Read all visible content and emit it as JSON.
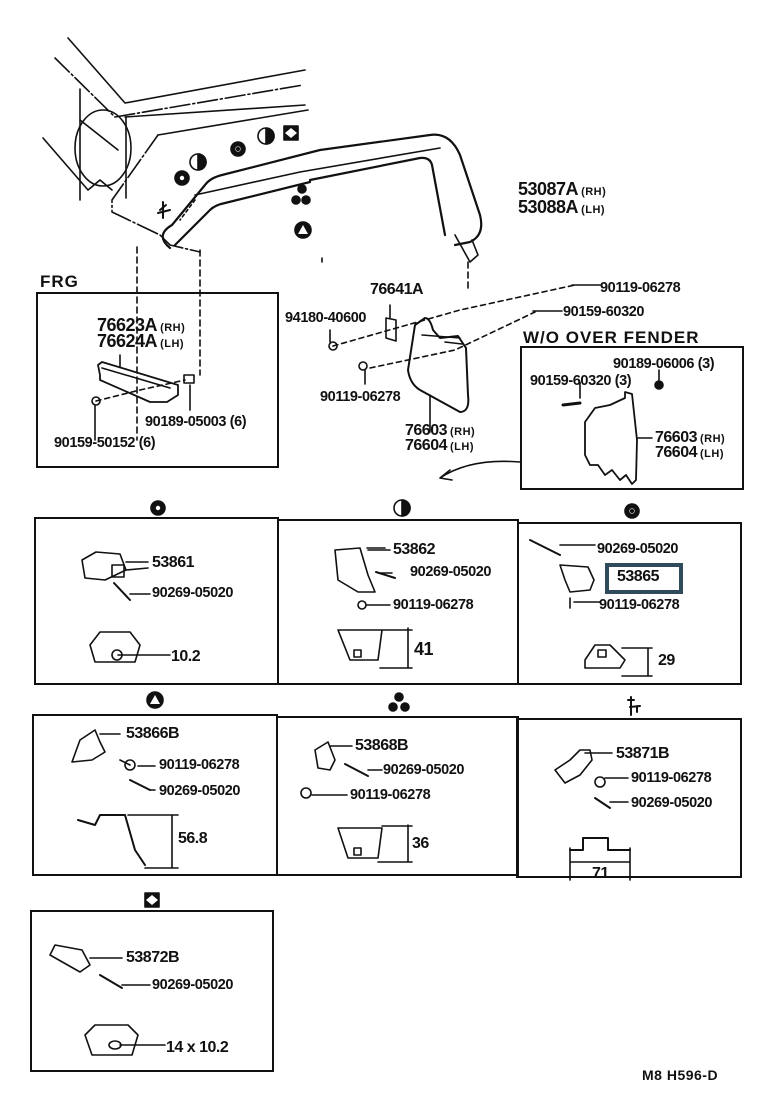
{
  "diagram": {
    "main_assembly": {
      "over_fender": {
        "part_rh": "53087A",
        "side_rh": "(RH)",
        "part_lh": "53088A",
        "side_lh": "(LH)"
      },
      "mudguard_bracket": {
        "part": "76641A"
      },
      "nut": {
        "part": "94180-40600"
      },
      "screw_lower": {
        "part": "90119-06278"
      },
      "screw_upper": {
        "part": "90119-06278"
      },
      "screw_mid": {
        "part": "90159-60320"
      },
      "mudguard": {
        "part_rh": "76603",
        "side_rh": "(RH)",
        "part_lh": "76604",
        "side_lh": "(LH)"
      }
    },
    "frg_box": {
      "title": "FRG",
      "bracket": {
        "part_rh": "76623A",
        "side_rh": "(RH)",
        "part_lh": "76624A",
        "side_lh": "(LH)"
      },
      "nut": {
        "part": "90189-05003",
        "qty": "(6)"
      },
      "bolt": {
        "part": "90159-50152",
        "qty": "(6)"
      }
    },
    "wo_over_fender_box": {
      "title": "W/O OVER  FENDER",
      "nut": {
        "part": "90189-06006",
        "qty": "(3)"
      },
      "screw": {
        "part": "90159-60320",
        "qty": "(3)"
      },
      "mudguard": {
        "part_rh": "76603",
        "side_rh": "(RH)",
        "part_lh": "76604",
        "side_lh": "(LH)"
      }
    },
    "detail_boxes": [
      {
        "symbol": "double-circle",
        "bracket": "53861",
        "fasteners": [
          "90269-05020"
        ],
        "dimension": "10.2"
      },
      {
        "symbol": "half-circle",
        "bracket": "53862",
        "fasteners": [
          "90269-05020",
          "90119-06278"
        ],
        "dimension": "41"
      },
      {
        "symbol": "ring-circle",
        "bracket": "53865",
        "fasteners": [
          "90269-05020",
          "90119-06278"
        ],
        "dimension": "29",
        "highlighted": true
      },
      {
        "symbol": "triangle-circle",
        "bracket": "53866B",
        "fasteners": [
          "90119-06278",
          "90269-05020"
        ],
        "dimension": "56.8"
      },
      {
        "symbol": "three-dots",
        "bracket": "53868B",
        "fasteners": [
          "90269-05020",
          "90119-06278"
        ],
        "dimension": "36"
      },
      {
        "symbol": "pinwheel",
        "bracket": "53871B",
        "fasteners": [
          "90119-06278",
          "90269-05020"
        ],
        "dimension": "71"
      },
      {
        "symbol": "diamond-square",
        "bracket": "53872B",
        "fasteners": [
          "90269-05020"
        ],
        "dimension": "14 x 10.2"
      }
    ],
    "footer": {
      "code": "M8  H596-D"
    },
    "colors": {
      "ink": "#111111",
      "highlight": "#2f4a5a",
      "paper": "#ffffff"
    }
  }
}
